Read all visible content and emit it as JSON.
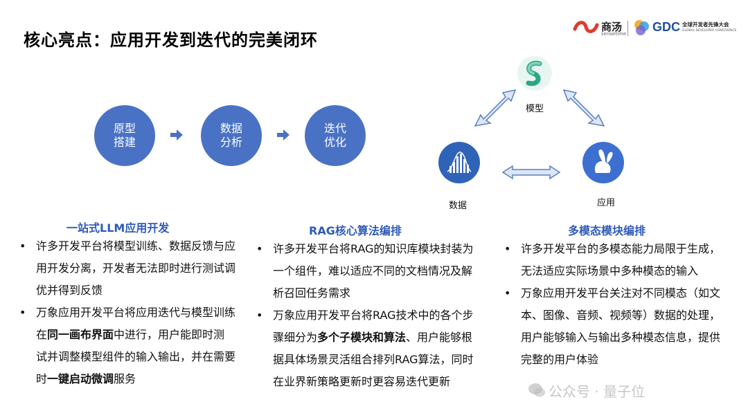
{
  "title": "核心亮点：应用开发到迭代的完美闭环",
  "logos": {
    "sense_cn": "商汤",
    "sense_en": "sensetime",
    "gdc": "GDC",
    "gdc_cn": "全球开发者先锋大会",
    "gdc_en": "GLOBAL DEVELOPER CONFERENCE"
  },
  "process": [
    {
      "line1": "原型",
      "line2": "搭建"
    },
    {
      "line1": "数据",
      "line2": "分析"
    },
    {
      "line1": "迭代",
      "line2": "优化"
    }
  ],
  "triangle": {
    "model": "模型",
    "data": "数据",
    "app": "应用"
  },
  "columns": [
    {
      "title": "一站式LLM应用开发",
      "bullets": [
        [
          "许多开发平台将模型训练、数据反馈与应用开发分离，开发者无法即时进行测试调优并得到反馈"
        ],
        [
          "万象应用开发平台将应用迭代与模型训练在",
          "同一画布界面",
          "中进行，用户能即时测试并调整模型组件的输入输出，并在需要时",
          "一键启动微调",
          "服务"
        ]
      ]
    },
    {
      "title": "RAG核心算法编排",
      "bullets": [
        [
          "许多开发平台将RAG的知识库模块封装为一个组件，难以适应不同的文档情况及解析召回任务需求"
        ],
        [
          "万象应用开发平台将RAG技术中的各个步骤细分为",
          "多个子模块和算法",
          "、用户能够根据具体场景灵活组合排列RAG算法，同时在业界新策略更新时更容易迭代更新"
        ]
      ]
    },
    {
      "title": "多模态模块编排",
      "bullets": [
        [
          "许多开发平台的多模态能力局限于生成，无法适应实际场景中多种模态的输入"
        ],
        [
          "万象应用开发平台关注对不同模态（如文本、图像、音频、视频等）数据的处理，用户能够输入与输出多种模态信息，提供完整的用户体验"
        ]
      ]
    }
  ],
  "watermark": "公众号 · 量子位",
  "colors": {
    "circle_fill": "#4a72c4",
    "column_title": "#2f5bb7",
    "arrow": "#4a72c4"
  }
}
